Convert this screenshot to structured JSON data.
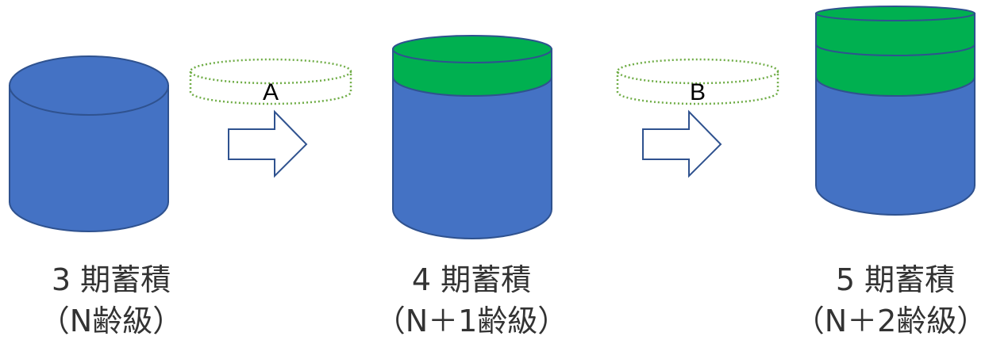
{
  "colors": {
    "stock_fill": "#4472c4",
    "stock_outline": "#2f528f",
    "growth_fill": "#00b050",
    "growth_dotted_outline": "#70ad47",
    "arrow_fill": "#ffffff",
    "text": "#333333"
  },
  "transitions": [
    {
      "label": "A"
    },
    {
      "label": "B"
    }
  ],
  "stages": [
    {
      "period_label": "3 期蓄積",
      "age_class_label": "（N齢級）",
      "growth_layers": 0
    },
    {
      "period_label": "4 期蓄積",
      "age_class_label": "（N＋1齢級）",
      "growth_layers": 1
    },
    {
      "period_label": "5 期蓄積",
      "age_class_label": "（N＋2齢級）",
      "growth_layers": 2
    }
  ]
}
